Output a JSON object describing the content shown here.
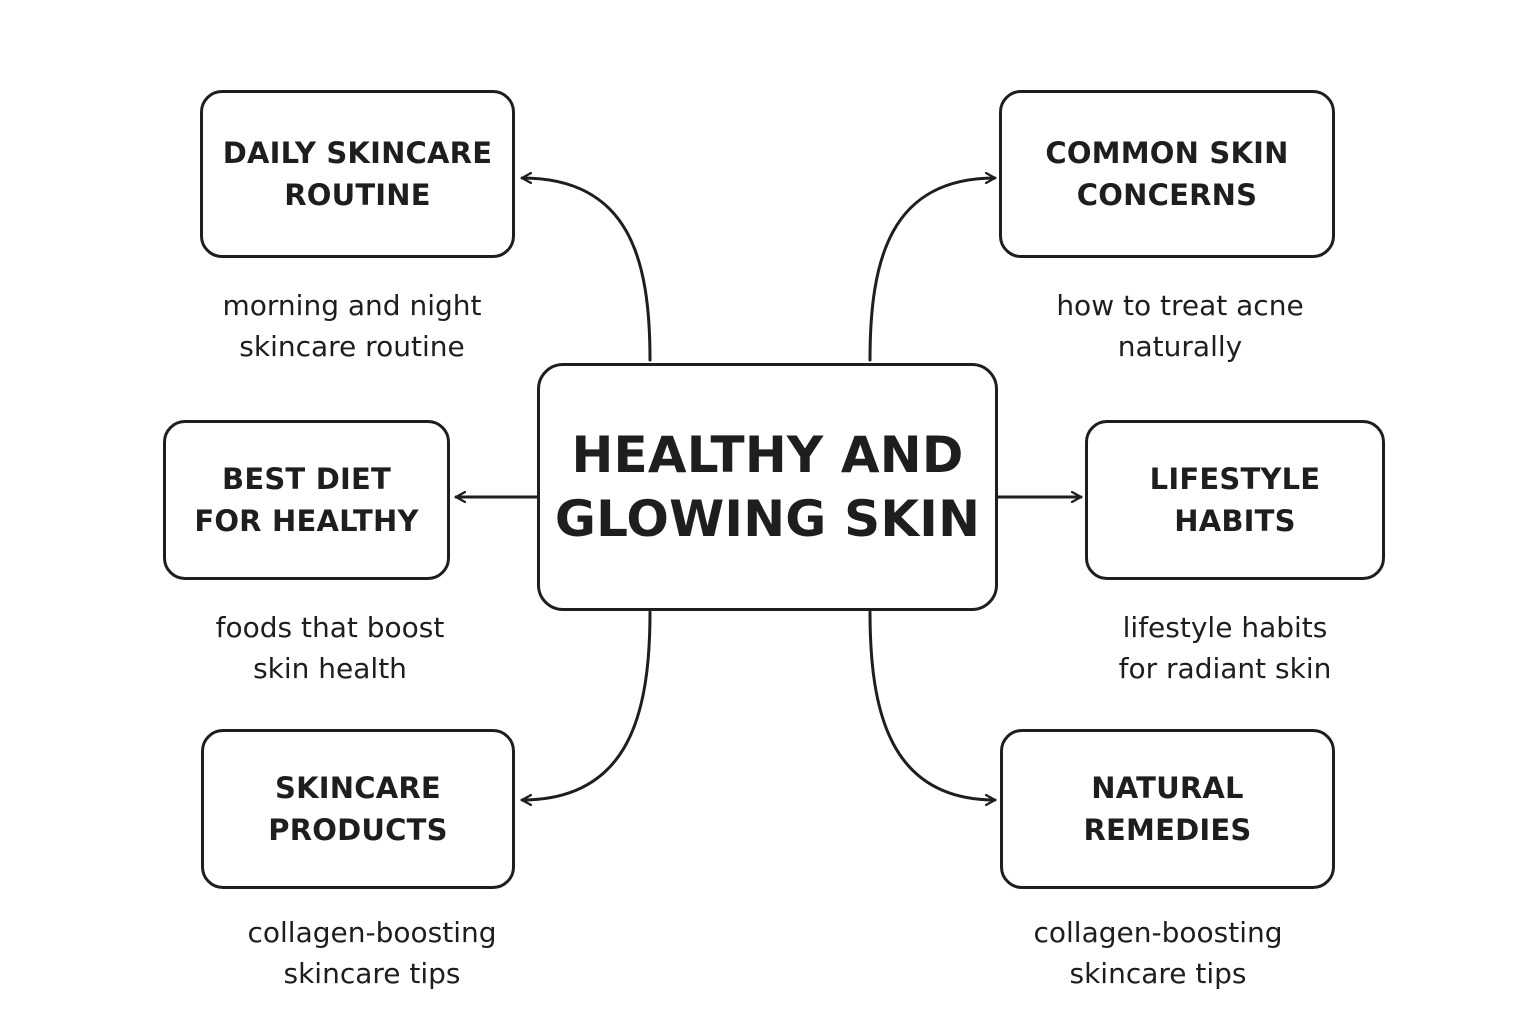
{
  "diagram": {
    "center": {
      "title": "HEALTHY AND\nGLOWING SKIN"
    },
    "nodes": [
      {
        "id": "daily-skincare-routine",
        "title": "DAILY SKINCARE\nROUTINE",
        "caption": "morning and night\nskincare routine"
      },
      {
        "id": "common-skin-concerns",
        "title": "COMMON SKIN\nCONCERNS",
        "caption": "how to treat acne\nnaturally"
      },
      {
        "id": "best-diet",
        "title": "BEST DIET\nFOR HEALTHY",
        "caption": "foods that boost\nskin health"
      },
      {
        "id": "lifestyle-habits",
        "title": "LIFESTYLE\nHABITS",
        "caption": "lifestyle habits\nfor radiant skin"
      },
      {
        "id": "skincare-products",
        "title": "SKINCARE\nPRODUCTS",
        "caption": "collagen-boosting\nskincare tips"
      },
      {
        "id": "natural-remedies",
        "title": "NATURAL\nREMEDIES",
        "caption": "collagen-boosting\nskincare tips"
      }
    ],
    "colors": {
      "stroke": "#1e1e1e",
      "background": "#ffffff"
    }
  }
}
